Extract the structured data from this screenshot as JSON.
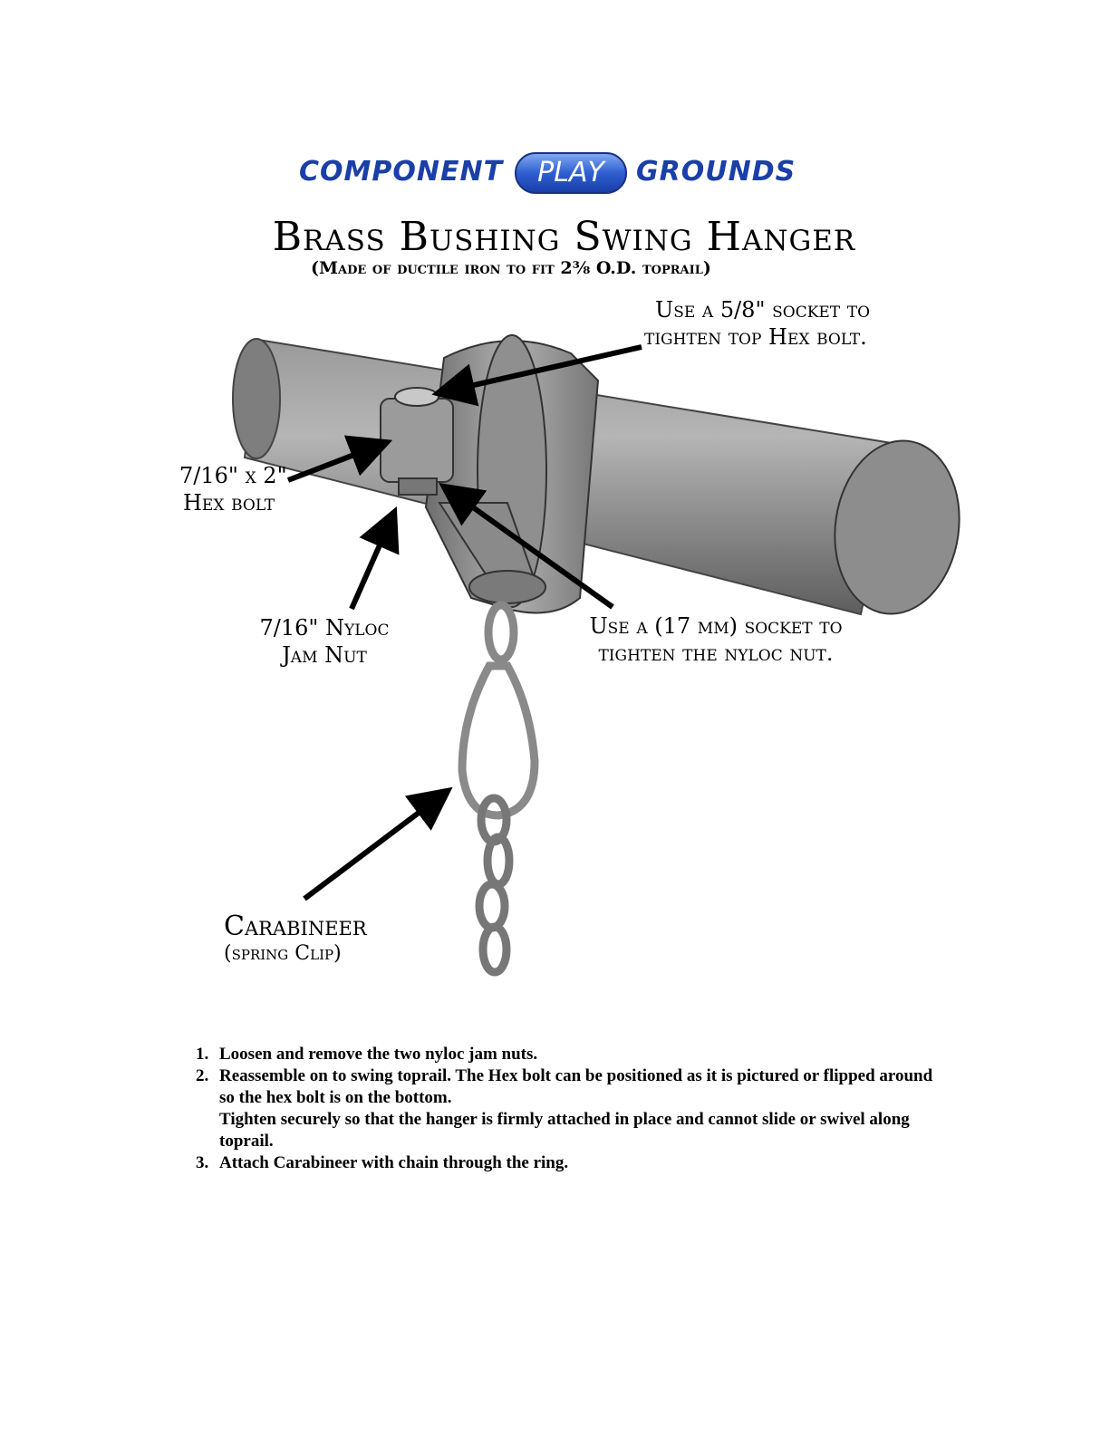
{
  "logo": {
    "word_left": "COMPONENT",
    "word_middle": "PLAY",
    "word_right": "GROUNDS"
  },
  "title": "Brass Bushing Swing Hanger",
  "subtitle": "(Made of ductile iron to fit 2⅜ O.D. toprail)",
  "callouts": {
    "top_socket": [
      "Use a 5/8\" socket to",
      "tighten top Hex bolt."
    ],
    "hex_bolt": [
      "7/16\" x 2\"",
      "Hex bolt"
    ],
    "jam_nut": [
      "7/16\" Nyloc",
      "Jam Nut"
    ],
    "nyloc_socket": [
      "Use a (17 mm) socket to",
      "tighten the nyloc nut."
    ],
    "carabineer": [
      "Carabineer",
      "(spring Clip)"
    ]
  },
  "steps": [
    {
      "num": "1.",
      "text": "Loosen and remove the two nyloc jam nuts."
    },
    {
      "num": "2.",
      "text": "Reassemble on to swing toprail.  The Hex bolt can be positioned as it is pictured or flipped around so the hex bolt is on the bottom.",
      "extra": "Tighten securely so that the hanger is firmly attached in place and cannot slide or swivel along toprail."
    },
    {
      "num": "3.",
      "text": "Attach Carabineer with chain through the ring."
    }
  ],
  "colors": {
    "logo_blue": "#1a3fa8",
    "metal": "#8a8a8a"
  }
}
